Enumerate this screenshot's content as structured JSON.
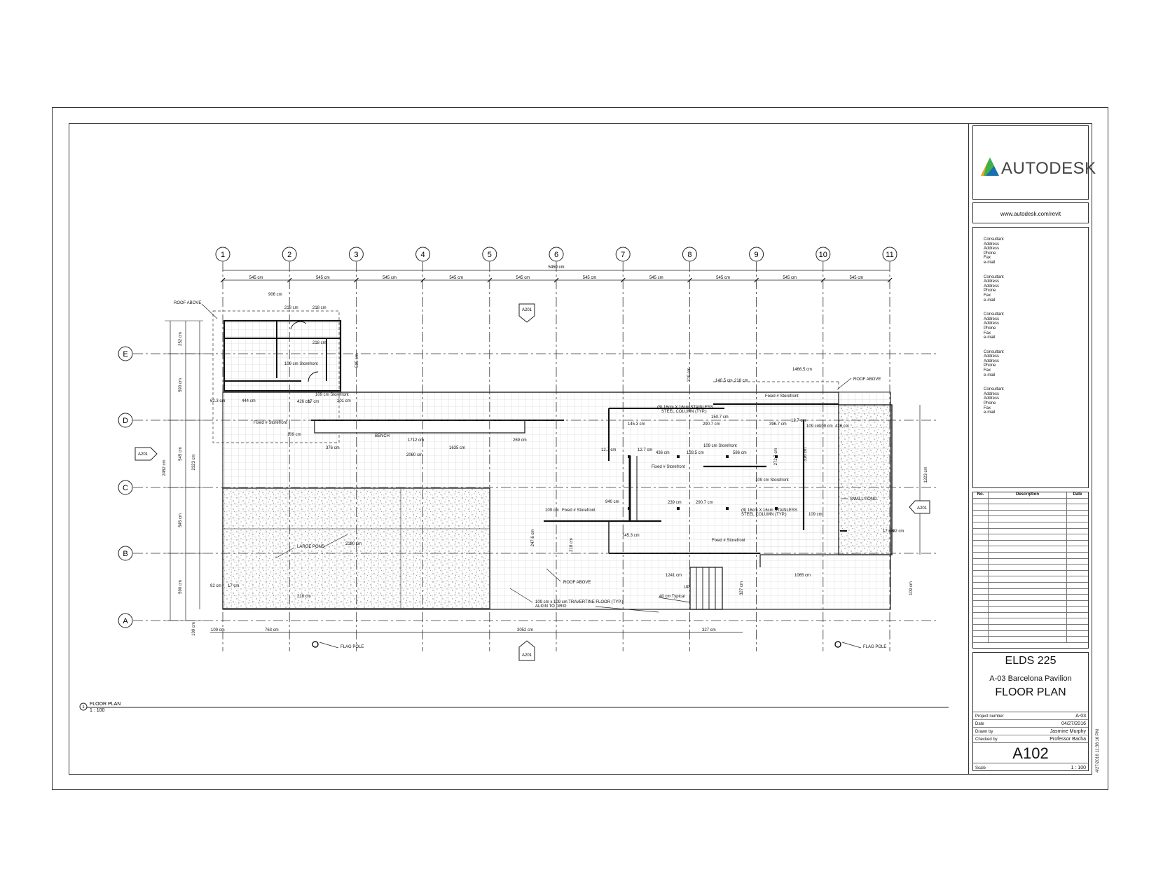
{
  "brand": {
    "name": "AUTODESK",
    "url": "www.autodesk.com/revit",
    "logo_colors": [
      "#1a6faf",
      "#3db24b",
      "#f7a21b"
    ]
  },
  "consultants": [
    {
      "title": "Consultant",
      "lines": [
        "Address",
        "Address",
        "Phone",
        "Fax",
        "e-mail"
      ]
    },
    {
      "title": "Consultant",
      "lines": [
        "Address",
        "Address",
        "Phone",
        "Fax",
        "e-mail"
      ]
    },
    {
      "title": "Consultant",
      "lines": [
        "Address",
        "Address",
        "Phone",
        "Fax",
        "e-mail"
      ]
    },
    {
      "title": "Consultant",
      "lines": [
        "Address",
        "Address",
        "Phone",
        "Fax",
        "e-mail"
      ]
    },
    {
      "title": "Consultant",
      "lines": [
        "Address",
        "Address",
        "Phone",
        "Fax",
        "e-mail"
      ]
    }
  ],
  "revisions": {
    "headers": [
      "No.",
      "Description",
      "Date"
    ],
    "empty_rows": 24
  },
  "title_block": {
    "course": "ELDS 225",
    "project": "A-03 Barcelona Pavilion",
    "sheet_title": "FLOOR PLAN",
    "fields": [
      {
        "label": "Project number",
        "value": "A-03"
      },
      {
        "label": "Date",
        "value": "04/27/2016"
      },
      {
        "label": "Drawn by",
        "value": "Jasmine Murphy"
      },
      {
        "label": "Checked by",
        "value": "Professor Bacha"
      }
    ],
    "sheet_number": "A102",
    "scale_label": "Scale",
    "scale_value": "1 : 100",
    "print_stamp": "4/27/2016 11:38:16 PM"
  },
  "plan": {
    "view_number": "1",
    "view_title": "FLOOR PLAN",
    "view_scale": "1 : 100",
    "grid_columns": [
      "1",
      "2",
      "3",
      "4",
      "5",
      "6",
      "7",
      "8",
      "9",
      "10",
      "11"
    ],
    "grid_rows": [
      "E",
      "D",
      "C",
      "B",
      "A"
    ],
    "overall_dimension": "5450 cm",
    "bay_dimension": "545 cm",
    "section_mark": "A201",
    "labels": {
      "roof_above": "ROOF ABOVE",
      "bench": "BENCH",
      "large_pond": "LARGE POND",
      "small_pond": "SMALL POND",
      "flag_pole": "FLAG POLE",
      "floor_note": "109 cm x 109 cm TRAVERTINE FLOOR (TYP.)",
      "floor_note_2": "ALIGN TO GRID",
      "storefront_fixed": "Fixed # Storefront",
      "storefront_109": "109 cm Storefront",
      "column_note_1": "(8) 16cm X 16cm STAINLESS",
      "column_note_2": "STEEL COLUMN (TYP.)",
      "typical_40": "40 cm Typical",
      "up": "UP"
    },
    "dims": {
      "d906": "906 cm",
      "d218": "218 cm",
      "d444": "444 cm",
      "d1466": "1466.5 cm",
      "d1712": "1712 cm",
      "d1635": "1635 cm",
      "d2060": "2060 cm",
      "d376": "376 cm",
      "d269": "269 cm",
      "d436": "436 cm",
      "d586": "586 cm",
      "d940": "940 cm",
      "d239": "239 cm",
      "d2180": "2180 cm",
      "d1241": "1241 cm",
      "d1065": "1065 cm",
      "d763": "763 cm",
      "d3052": "3052 cm",
      "d327": "327 cm",
      "d109": "109 cm",
      "d252": "252 cm",
      "d590": "590 cm",
      "d545": "545 cm",
      "d2323": "2323 cm",
      "d2452": "2452 cm",
      "d1223": "1223 cm",
      "d310": "310 cm",
      "d290": "290.7 cm",
      "d396": "396.7 cm",
      "d150": "150.7 cm",
      "d145": "145.3 cm",
      "d127": "12.7 cm",
      "d140": "140.5 cm",
      "d92": "92 cm",
      "d17": "17 cm",
      "d62": "62.3 cm",
      "d201": "201 cm",
      "d426": "426 cm",
      "d247": "247.6 cm",
      "d316": "316 cm",
      "d585": "585 cm",
      "d2725": "272.7 cm",
      "d128": "128.5 cm"
    }
  }
}
